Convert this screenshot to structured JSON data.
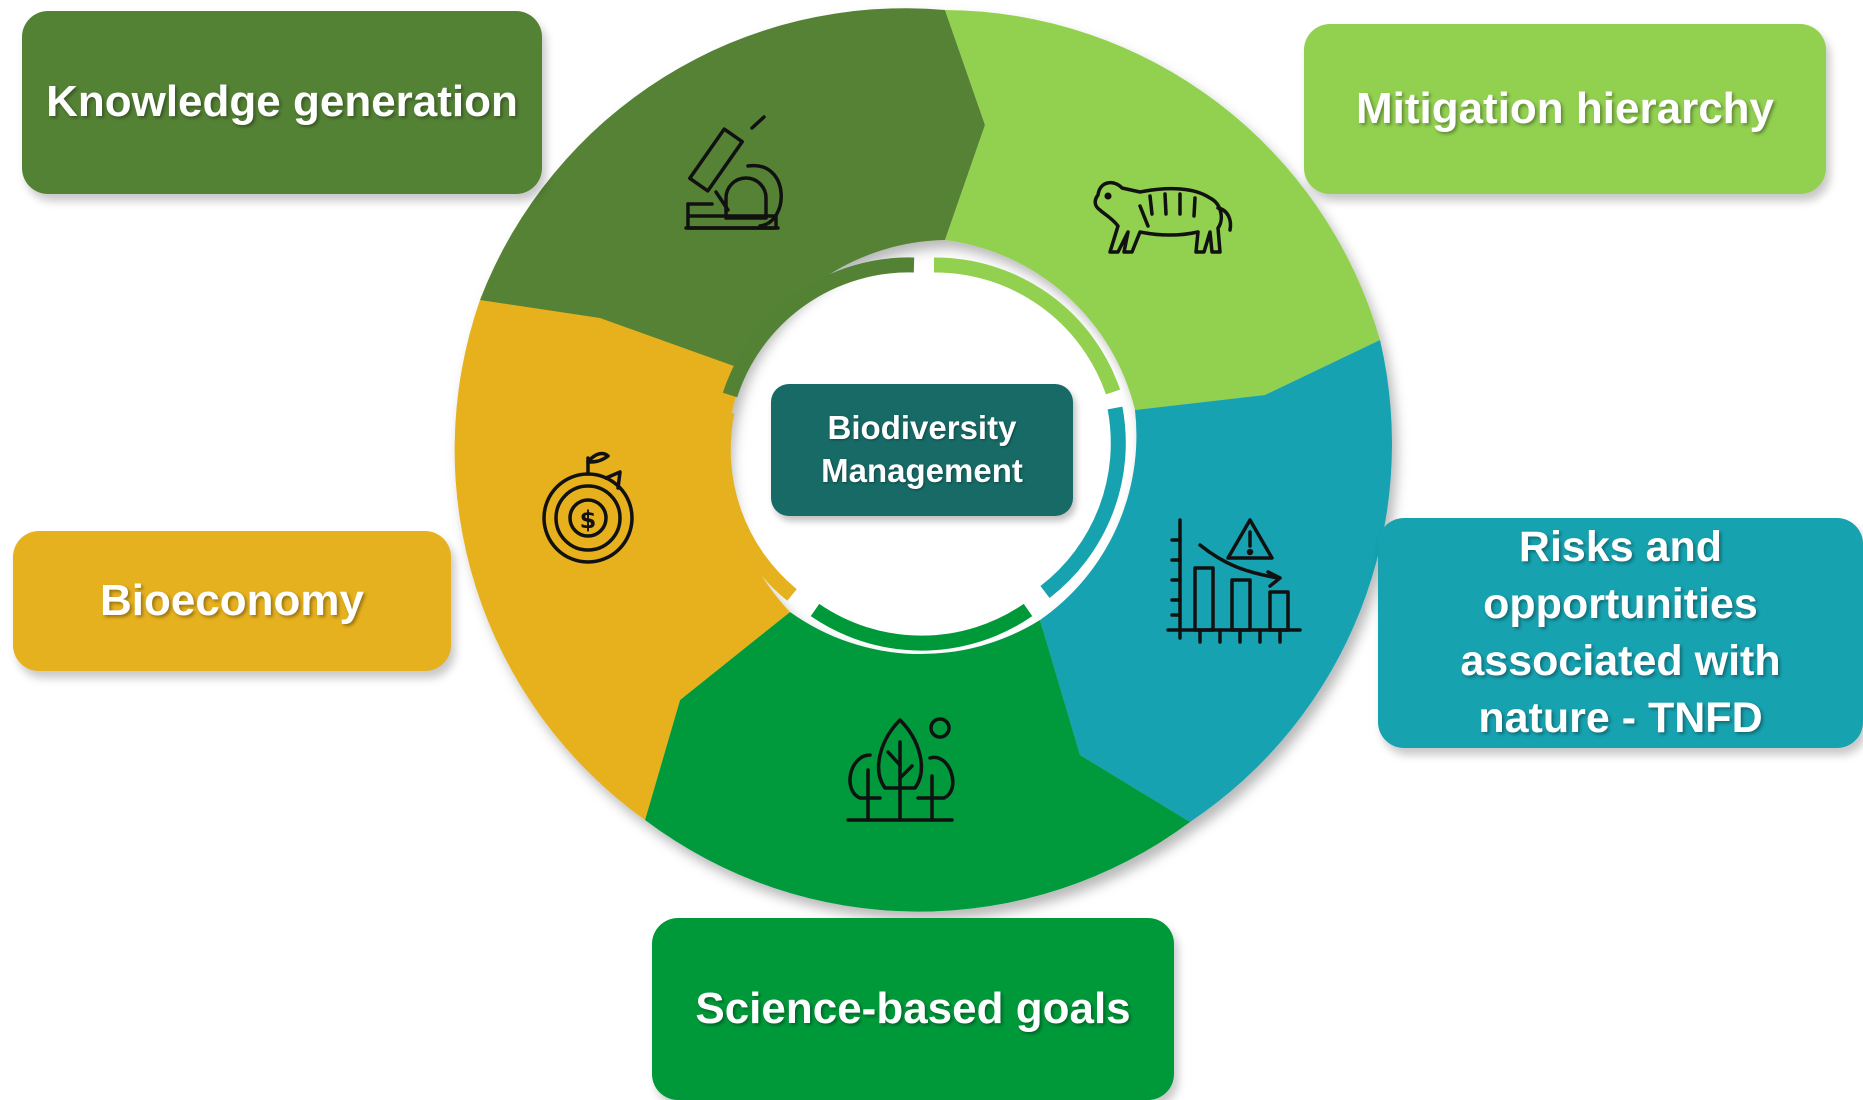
{
  "center": {
    "title": "Biodiversity Management"
  },
  "segments": [
    {
      "key": "knowledge",
      "label": "Knowledge generation",
      "icon": "microscope-icon",
      "color": "#548235"
    },
    {
      "key": "mitigation",
      "label": "Mitigation hierarchy",
      "icon": "tiger-icon",
      "color": "#92D050"
    },
    {
      "key": "risks",
      "label": "Risks and opportunities associated with nature - TNFD",
      "icon": "declining-chart-warning-icon",
      "color": "#17A2B0"
    },
    {
      "key": "science",
      "label": "Science-based goals",
      "icon": "trees-icon",
      "color": "#00993A"
    },
    {
      "key": "bioeconomy",
      "label": "Bioeconomy",
      "icon": "money-growth-cycle-icon",
      "color": "#E6B11E"
    }
  ],
  "colors": {
    "center_box": "#176A66"
  }
}
